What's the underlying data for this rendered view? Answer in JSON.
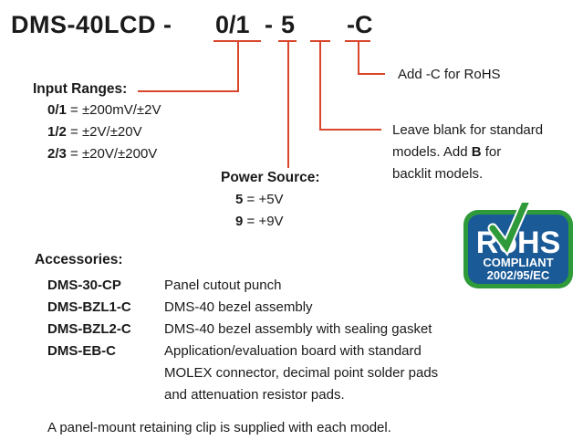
{
  "part_number": {
    "prefix": "DMS-40LCD -",
    "seg_input": "0/1",
    "dash1": "-",
    "seg_power": "5",
    "seg_suffix": "-C"
  },
  "callouts": {
    "rohs_suffix": "Add -C for RoHS",
    "backlight_line1": "Leave blank for standard",
    "backlight_line2_pre": "models. Add ",
    "backlight_line2_b": "B",
    "backlight_line2_post": " for",
    "backlight_line3": "backlit models."
  },
  "input_ranges": {
    "title": "Input Ranges:",
    "items": [
      {
        "code": "0/1",
        "value": " = ±200mV/±2V"
      },
      {
        "code": "1/2",
        "value": " = ±2V/±20V"
      },
      {
        "code": "2/3",
        "value": " = ±20V/±200V"
      }
    ]
  },
  "power_source": {
    "title": "Power Source:",
    "items": [
      {
        "code": "5",
        "value": " = +5V"
      },
      {
        "code": "9",
        "value": " = +9V"
      }
    ]
  },
  "accessories": {
    "title": "Accessories:",
    "items": [
      {
        "code": "DMS-30-CP",
        "desc": "Panel cutout punch"
      },
      {
        "code": "DMS-BZL1-C",
        "desc": "DMS-40 bezel assembly"
      },
      {
        "code": "DMS-BZL2-C",
        "desc": "DMS-40 bezel assembly with sealing gasket"
      },
      {
        "code": "DMS-EB-C",
        "desc": "Application/evaluation board with standard"
      }
    ],
    "eb_line2": "MOLEX connector, decimal point solder pads",
    "eb_line3": "and attenuation resistor pads."
  },
  "footer": "A panel-mount retaining clip is supplied with each model.",
  "rohs_badge": {
    "main": "RoHS",
    "line1": "COMPLIANT",
    "line2": "2002/95/EC",
    "colors": {
      "blue": "#1a5a96",
      "green": "#2e9a3a",
      "check": "#2e9a3a"
    }
  },
  "colors": {
    "leader": "#d9462b",
    "text": "#1a1a1a"
  }
}
